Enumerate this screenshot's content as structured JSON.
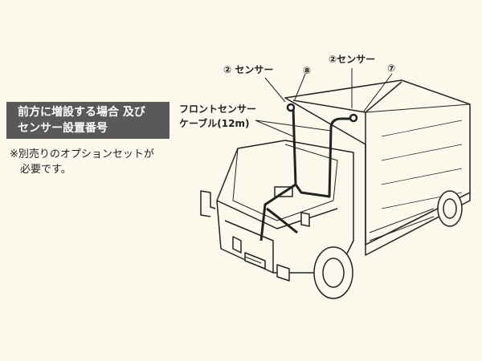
{
  "heading": {
    "line1": "前方に増設する場合 及び",
    "line2": "センサー設置番号"
  },
  "note": {
    "line1": "※別売りのオプションセットが",
    "line2": "必要です。"
  },
  "labels": {
    "sensor_left": "② センサー",
    "sensor_right": "②センサー",
    "num8": "⑧",
    "num7": "⑦",
    "cable_line1": "フロントセンサー",
    "cable_line2": "ケーブル(12m)"
  }
}
